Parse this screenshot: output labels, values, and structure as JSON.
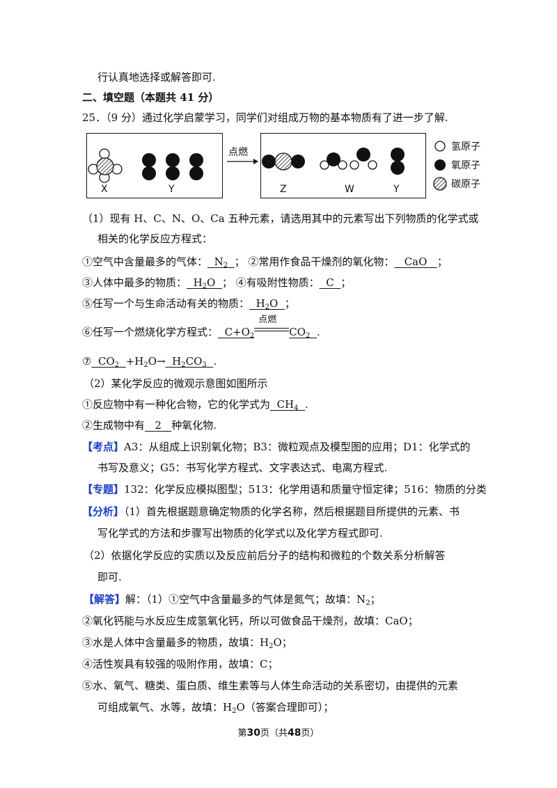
{
  "lines": {
    "l1": "行认真地选择或解答即可.",
    "l2": "二、填空题（本题共 41 分）",
    "l3": "25．（9 分）通过化学启蒙学习，同学们对组成万物的基本物质有了进一步了解.",
    "q1a": "（1）现有 H、C、N、O、Ca 五种元素，请选用其中的元素写出下列物质的化学式或",
    "q1b": "相关的化学反应方程式：",
    "a1_pre": "①空气中含量最多的气体：",
    "a1_ans": "N",
    "a1_sub": "2",
    "a2_pre": "；   ②常用作食品干燥剂的氧化物：",
    "a2_ans": "CaO",
    "a3_pre": "③人体中最多的物质：",
    "a3_ans": "H",
    "a3_sub": "2",
    "a3_ans2": "O",
    "a4_pre": "；   ④有吸附性物质：",
    "a4_ans": "C",
    "a5_pre": "⑤任写一个与生命活动有关的物质：",
    "a5_ans": "H",
    "a5_sub": "2",
    "a5_ans2": "O",
    "a6_pre": "⑥任写一个燃烧化学方程式：",
    "a6_l": "C+O",
    "a6_lsub": "2",
    "a6_cond": "点燃",
    "a6_r": "CO",
    "a6_rsub": "2",
    "a7_pre": "⑦",
    "a7_l": "CO",
    "a7_lsub": "2",
    "a7_mid": "+H",
    "a7_midsub": "2",
    "a7_arrow": "O→",
    "a7_r": "H",
    "a7_rsub": "2",
    "a7_r2": "CO",
    "a7_rsub2": "3",
    "q2": "（2）某化学反应的微观示意图如图所示",
    "b1_pre": "①反应物中有一种化合物，它的化学式为",
    "b1_ans": "CH",
    "b1_sub": "4",
    "b2_pre": "②生成物中有",
    "b2_ans": "2",
    "b2_post": "种氧化物.",
    "kd_tag": "【考点】",
    "kd_1": "A3：从组成上识别氧化物；B3：微粒观点及模型图的应用；D1：化学式的",
    "kd_2": "书写及意义；G5：书写化学方程式、文字表达式、电离方程式.",
    "zt_tag": "【专题】",
    "zt": "132：化学反应模拟图型；513：化学用语和质量守恒定律；516：物质的分类",
    "fx_tag": "【分析】",
    "fx_1": "（1）首先根据题意确定物质的化学名称，然后根据题目所提供的元素、书",
    "fx_2": "写化学式的方法和步骤写出物质的化学式以及化学方程式即可.",
    "fx_3": "（2）依据化学反应的实质以及反应前后分子的结构和微粒的个数关系分析解答",
    "fx_4": "即可.",
    "jd_tag": "【解答】",
    "jd_1": "解：（1）①空气中含量最多的气体是氮气；故填：N",
    "jd_1sub": "2",
    "jd_2": "②氧化钙能与水反应生成氢氧化钙，所以可做食品干燥剂，故填：CaO；",
    "jd_3": "③水是人体中含量最多的物质，故填：H",
    "jd_3sub": "2",
    "jd_3b": "O；",
    "jd_4": "④活性炭具有较强的吸附作用，故填：C；",
    "jd_5": "⑤水、氧气、糖类、蛋白质、维生素等与人体生命活动的关系密切，由提供的元素",
    "jd_6": "可组成氧气、水等，故填：H",
    "jd_6sub": "2",
    "jd_6b": "O（答案合理即可）；"
  },
  "diagram": {
    "arrow_label": "点燃",
    "labels": {
      "x": "X",
      "y": "Y",
      "z": "Z",
      "w": "W",
      "y2": "Y"
    },
    "legend": {
      "h": "氢原子",
      "o": "氧原子",
      "c": "碳原子"
    }
  },
  "footer": {
    "pre": "第",
    "page": "30",
    "mid": "页（共",
    "total": "48",
    "post": "页）"
  }
}
